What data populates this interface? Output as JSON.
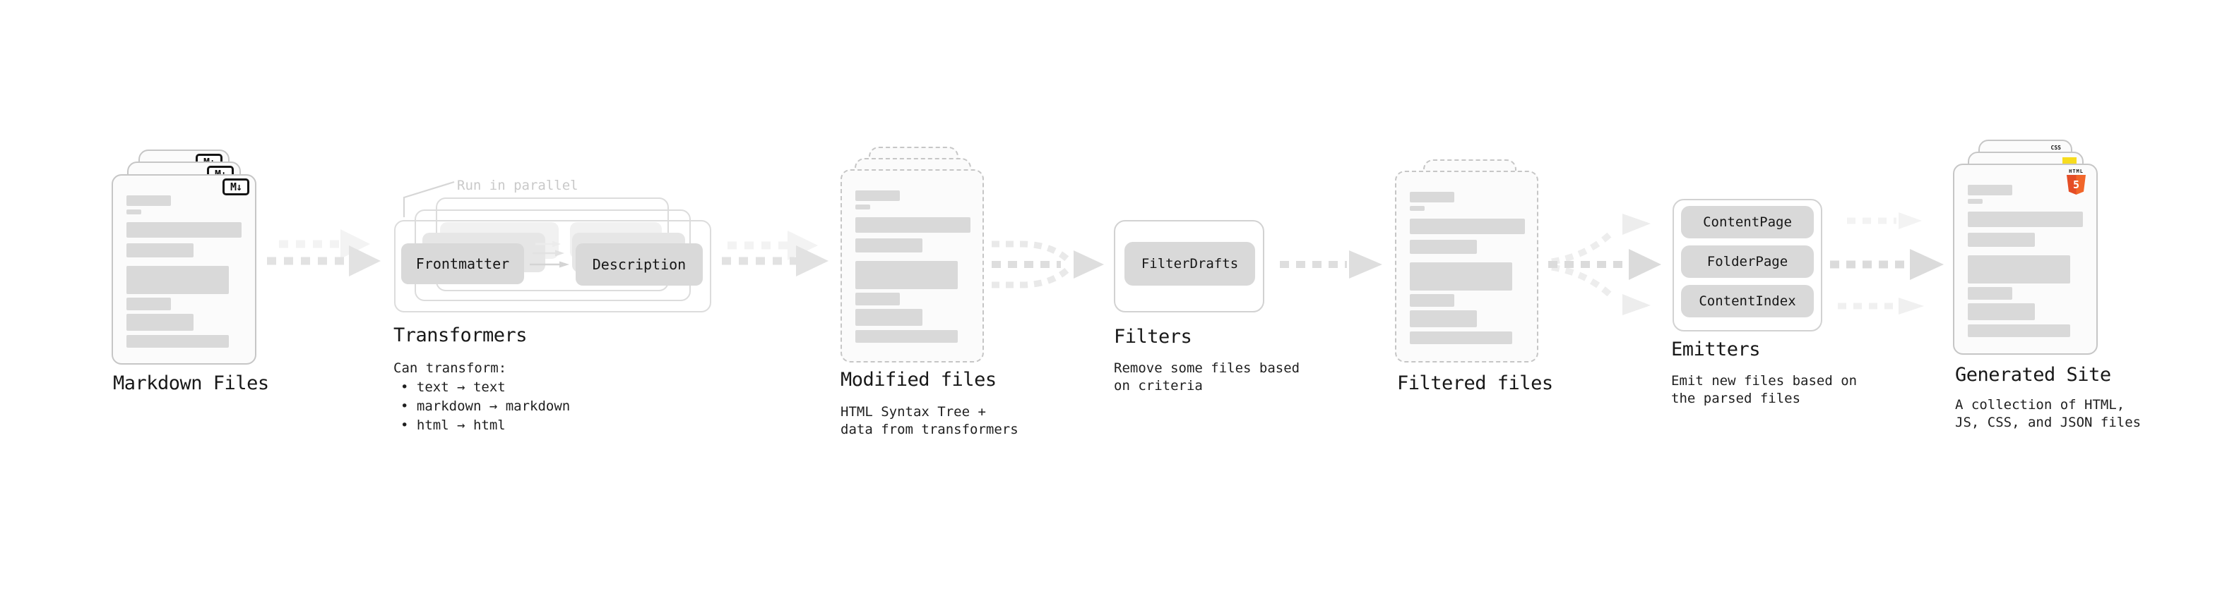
{
  "colors": {
    "html5_orange": "#e44d26",
    "js_yellow": "#f7dc1e",
    "css_blue": "#2760e5",
    "box_gray": "#d9d9d9",
    "arrow_gray": "#dedede"
  },
  "stages": {
    "markdown_files": {
      "label": "Markdown Files",
      "badge": "M↓"
    },
    "transformers": {
      "label": "Transformers",
      "annotation": "Run in parallel",
      "box_left": "Frontmatter",
      "box_right": "Description",
      "desc_lines": [
        "Can transform:",
        "• text → text",
        "• markdown → markdown",
        "• html → html"
      ]
    },
    "modified_files": {
      "label": "Modified files",
      "desc_lines": [
        "HTML Syntax Tree +",
        "data from transformers"
      ]
    },
    "filters": {
      "label": "Filters",
      "box": "FilterDrafts",
      "desc_lines": [
        "Remove some files based",
        "on criteria"
      ]
    },
    "filtered_files": {
      "label": "Filtered files"
    },
    "emitters": {
      "label": "Emitters",
      "boxes": [
        "ContentPage",
        "FolderPage",
        "ContentIndex"
      ],
      "desc_lines": [
        "Emit new files based on",
        "the parsed files"
      ]
    },
    "generated_site": {
      "label": "Generated Site",
      "desc_lines": [
        "A collection of HTML,",
        "JS, CSS, and JSON files"
      ],
      "badge_html_label": "HTML",
      "badge_html_number": "5",
      "badge_css": "CSS"
    }
  }
}
